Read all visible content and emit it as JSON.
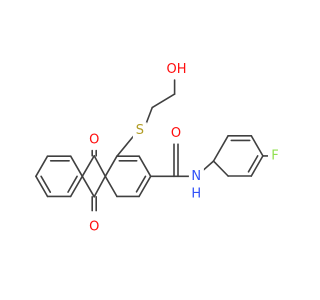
{
  "molecule": {
    "atoms": [
      {
        "id": "oxygen-top",
        "text": "O",
        "color": "#ff0d0d"
      },
      {
        "id": "oxygen-bottom",
        "text": "O",
        "color": "#ff0d0d"
      },
      {
        "id": "sulfur",
        "text": "S",
        "color": "#b29d26"
      },
      {
        "id": "hydroxyl",
        "text": "OH",
        "color": "#ff0d0d"
      },
      {
        "id": "amide-oxygen",
        "text": "O",
        "color": "#ff0d0d"
      },
      {
        "id": "amide-nitrogen",
        "text": "N",
        "color": "#3050f8"
      },
      {
        "id": "amide-hydrogen",
        "text": "H",
        "color": "#3050f8"
      },
      {
        "id": "fluorine",
        "text": "F",
        "color": "#90e050"
      }
    ]
  }
}
